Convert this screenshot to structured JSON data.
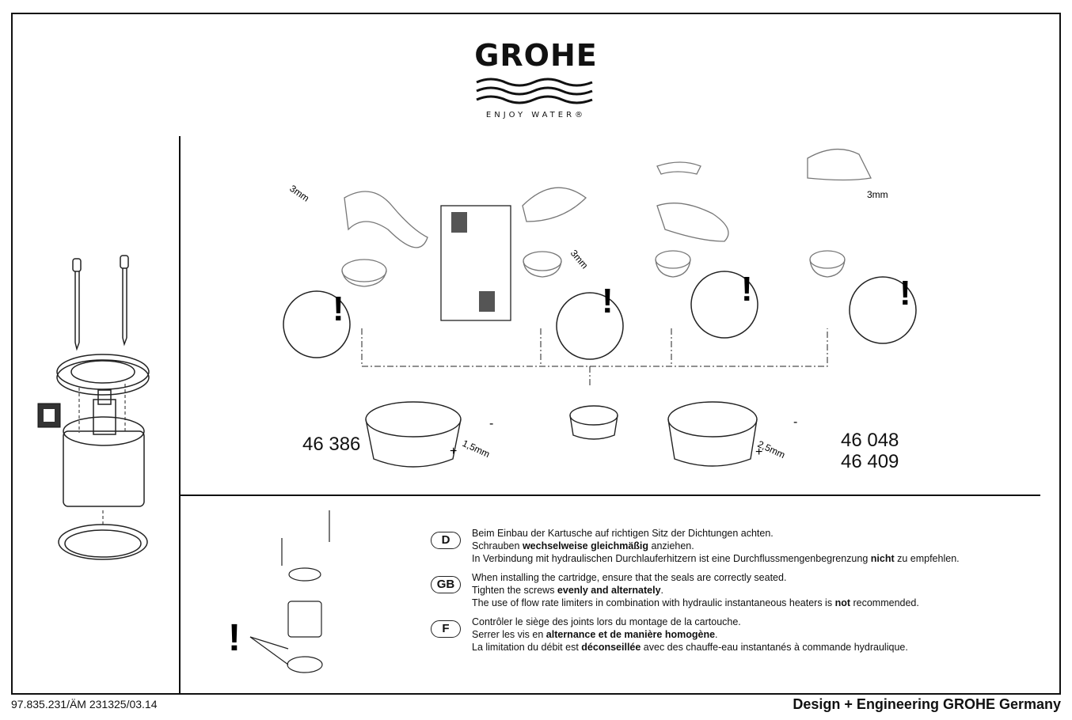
{
  "logo": {
    "brand": "GROHE",
    "tagline": "ENJOY WATER®"
  },
  "diagram": {
    "tool_size_3mm": "3mm",
    "tool_size_1_5mm": "1,5mm",
    "tool_size_2_5mm": "2,5mm",
    "minus": "-",
    "plus": "+",
    "warning": "!"
  },
  "part_numbers": {
    "left": "46 386",
    "right_1": "46 048",
    "right_2": "46 409"
  },
  "instructions": [
    {
      "code": "D",
      "lines": [
        [
          "Beim Einbau der Kartusche auf richtigen Sitz der Dichtungen achten.",
          "",
          ""
        ],
        [
          "Schrauben ",
          "wechselweise gleichmäßig",
          " anziehen."
        ],
        [
          "In Verbindung mit hydraulischen Durchlauferhitzern ist eine Durchflussmengenbegrenzung ",
          "nicht",
          " zu empfehlen."
        ]
      ]
    },
    {
      "code": "GB",
      "lines": [
        [
          "When installing the cartridge, ensure that the seals are correctly seated.",
          "",
          ""
        ],
        [
          "Tighten the screws ",
          "evenly and alternately",
          "."
        ],
        [
          "The use of flow rate limiters in combination with hydraulic instantaneous heaters is ",
          "not",
          " recommended."
        ]
      ]
    },
    {
      "code": "F",
      "lines": [
        [
          "Contrôler le siège des joints lors du montage de la cartouche.",
          "",
          ""
        ],
        [
          "Serrer les vis en ",
          "alternance et de manière homogène",
          "."
        ],
        [
          "La limitation du débit est ",
          "déconseillée",
          " avec des chauffe-eau instantanés à commande hydraulique."
        ]
      ]
    }
  ],
  "footer": {
    "doc_number": "97.835.231/ÄM 231325/03.14",
    "credit": "Design + Engineering GROHE Germany"
  }
}
